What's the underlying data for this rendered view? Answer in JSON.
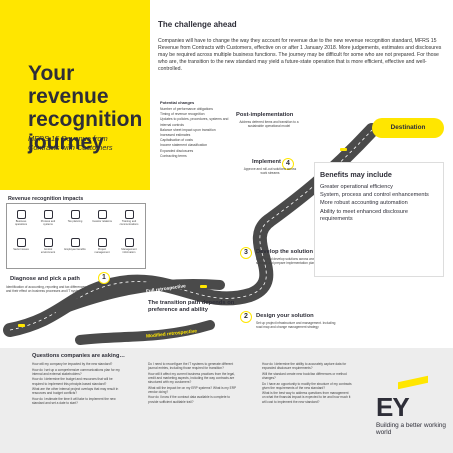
{
  "hero": {
    "title": "Your revenue recognition journey",
    "subtitle": "MFRS 15 Revenue from Contracts with Customers"
  },
  "challenge": {
    "heading": "The challenge ahead",
    "body": "Companies will have to change the way they account for revenue due to the new revenue recognition standard, MFRS 15 Revenue from Contracts with Customers, effective on or after 1 January 2018. More judgements, estimates and disclosures may be required across multiple business functions. The journey may be difficult for some who are not prepared. For those who are, the transition to the new standard may yield a future-state operation that is more efficient, effective and well-controlled."
  },
  "potential_changes": {
    "heading": "Potential changes",
    "items": [
      "Number of performance obligations",
      "Timing of revenue recognition",
      "Updates to policies, procedures, systems and internal controls",
      "Balance sheet impact upon transition",
      "Increased estimates",
      "Capitalisation of costs",
      "Income statement classification",
      "Expanded disclosures",
      "Contracting terms"
    ]
  },
  "revenue_impacts": {
    "heading": "Revenue recognition impacts",
    "items": [
      "Business operations",
      "Process and systems",
      "Tax planning",
      "Investor relations",
      "Training and communications",
      "Sector issues",
      "Control environment",
      "Employee benefits",
      "Project management",
      "Management information"
    ]
  },
  "stages": {
    "diagnose": {
      "num": "1",
      "title": "Diagnose and pick a path",
      "text": "Identification of accounting, reporting and tax differences and their effect on business processes and IT systems"
    },
    "design": {
      "num": "2",
      "title": "Design your solution",
      "text": "Set up project infrastructure and management. Including road map and change management strategy"
    },
    "develop": {
      "num": "3",
      "title": "Develop the solution",
      "text": "Identify and develop solutions across work streams and prepare implementation plan"
    },
    "implement": {
      "num": "4",
      "title": "Implement",
      "text": "Approve and roll-out solutions across work streams"
    },
    "post": {
      "title": "Post-implementation",
      "text": "Address deferred items and transition to a sustainable operational model"
    },
    "destination": "Destination",
    "transition_note": "The transition path depends on preference and ability"
  },
  "paths": {
    "full": "Full retrospective",
    "modified": "Modified retrospective"
  },
  "benefits": {
    "heading": "Benefits may include",
    "items": [
      "Greater operational efficiency",
      "System, process and control enhancements",
      "More robust accounting automation",
      "Ability to meet enhanced disclosure requirements"
    ]
  },
  "questions": {
    "heading": "Questions companies are asking…",
    "col1": [
      "How will my company be impacted by the new standard?",
      "How do I set up a comprehensive communications plan for my internal and external stakeholders?",
      "How do I determine the budget and resources that will be required to implement this principle-based standard?",
      "What are the other internal project overlaps that may result in resources and budget conflicts?",
      "How do I estimate the time it will take to implement the new standard and set a date to start?"
    ],
    "col2": [
      "Do I need to reconfigure the IT systems to generate different journal entries, including those required for transition?",
      "How will it affect my current business practices from the legal, credit and marketing aspects, including the way contracts are structured with my customers?",
      "What will the impact be on my ERP systems? What is my ERP vendor doing?",
      "How do I know if the contract data available is complete to provide sufficient auditable trail?"
    ],
    "col3": [
      "How do I determine the ability to accurately capture data for expanded disclosure requirements?",
      "Will the standard create new book/tax differences or method changes?",
      "Do I have an opportunity to modify the structure of my contracts given the requirements of the new standard?",
      "What is the best way to address questions from management on what the financial impact is expected to be and how much it will cost to implement the new standard?"
    ]
  },
  "brand": {
    "logo": "EY",
    "tagline": "Building a better working world",
    "accent": "#ffe600",
    "dark": "#2e2e38"
  }
}
